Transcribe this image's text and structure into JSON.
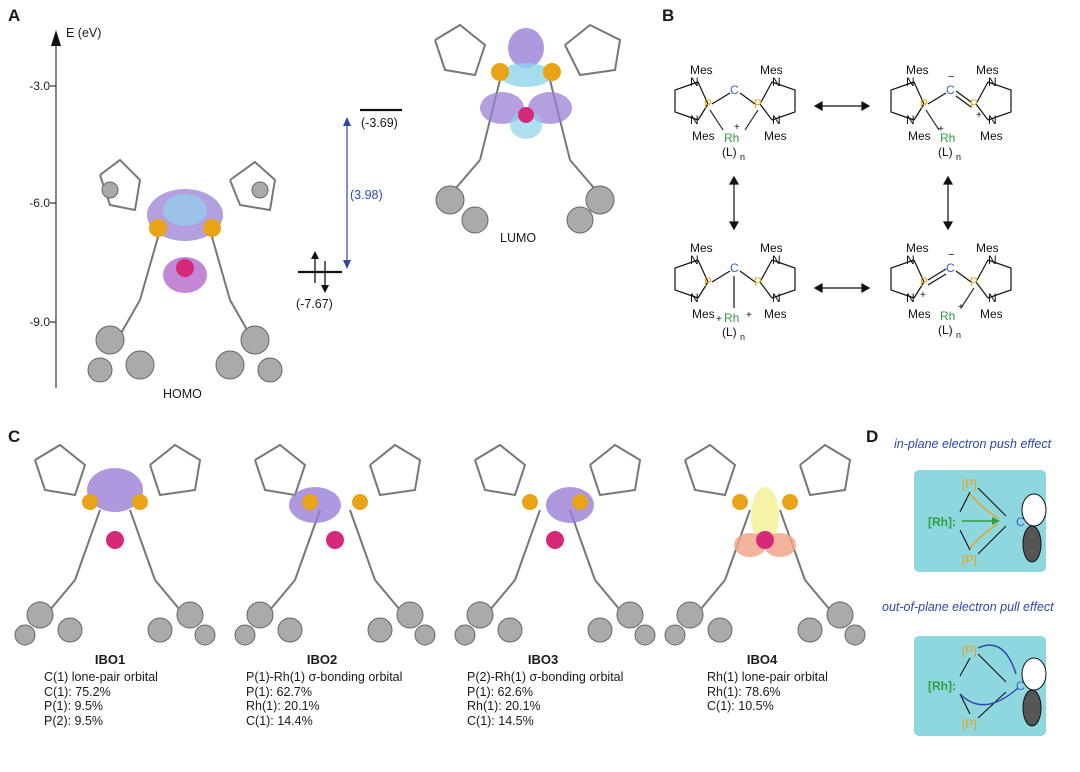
{
  "panels": {
    "a": "A",
    "b": "B",
    "c": "C",
    "d": "D"
  },
  "energy_diagram": {
    "axis_label": "E (eV)",
    "ticks": [
      "-3.0",
      "-6.0",
      "-9.0"
    ],
    "lumo": {
      "label": "LUMO",
      "energy": "(-3.69)"
    },
    "homo": {
      "label": "HOMO",
      "energy": "(-7.67)"
    },
    "gap": "(3.98)"
  },
  "resonance": {
    "mes": "Mes",
    "n": "N",
    "p": "P",
    "c": "C",
    "rh": "Rh",
    "ligand": "(L)",
    "sub_n": "n",
    "plus": "+",
    "minus": "−"
  },
  "ibos": [
    {
      "title": "IBO1",
      "lines": [
        "C(1) lone-pair orbital",
        "C(1): 75.2%",
        "P(1): 9.5%",
        "P(2): 9.5%"
      ]
    },
    {
      "title": "IBO2",
      "lines": [
        "P(1)-Rh(1) σ-bonding orbital",
        "P(1): 62.7%",
        "Rh(1): 20.1%",
        "C(1): 14.4%"
      ]
    },
    {
      "title": "IBO3",
      "lines": [
        "P(2)-Rh(1) σ-bonding orbital",
        "P(1): 62.6%",
        "Rh(1): 20.1%",
        "C(1): 14.5%"
      ]
    },
    {
      "title": "IBO4",
      "lines": [
        "Rh(1) lone-pair orbital",
        "Rh(1): 78.6%",
        "C(1): 10.5%"
      ]
    }
  ],
  "effects": {
    "push_title": "in-plane electron push effect",
    "pull_title": "out-of-plane electron pull effect",
    "p_label": "[P]",
    "rh_label": "[Rh]:",
    "c_label": "C"
  },
  "colors": {
    "phosphorus": "#e8a317",
    "carbon_blue": "#3b5fc7",
    "rhodium_green": "#2e9e3e",
    "orbital_purple": "#9b7fd6",
    "orbital_cyan": "#8fd3ea",
    "box_teal": "#8fd7df",
    "arrow_blue": "#2f47a8",
    "atom_gray": "#9a9a9a",
    "rh_magenta": "#d6297a"
  }
}
